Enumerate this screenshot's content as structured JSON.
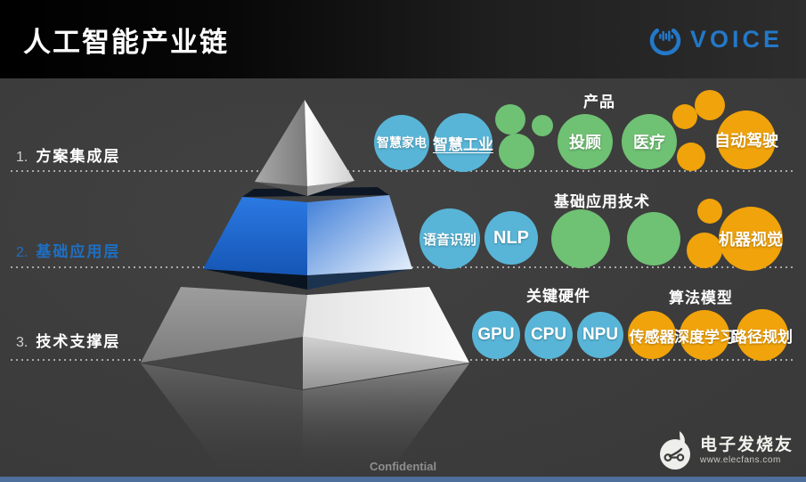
{
  "header": {
    "title": "人工智能产业链",
    "brand": "VOICE"
  },
  "layers": [
    {
      "num": "1.",
      "label": "方案集成层"
    },
    {
      "num": "2.",
      "label": "基础应用层"
    },
    {
      "num": "3.",
      "label": "技术支撑层"
    }
  ],
  "group_labels": {
    "products": "产品",
    "basic_app_tech": "基础应用技术",
    "key_hardware": "关键硬件",
    "algorithm_models": "算法模型"
  },
  "bubbles": {
    "smart_home": "智慧家电",
    "smart_industry": "智慧工业",
    "invest_advisory": "投顾",
    "medical": "医疗",
    "auto_driving": "自动驾驶",
    "speech_recognition": "语音识别",
    "nlp": "NLP",
    "machine_vision": "机器视觉",
    "gpu": "GPU",
    "cpu": "CPU",
    "npu": "NPU",
    "sensor": "传感器",
    "deep_learning": "深度学习",
    "path_planning": "路径规划"
  },
  "footer": {
    "confidential": "Confidential",
    "brand_name": "电子发烧友",
    "brand_site": "www.elecfans.com"
  },
  "colors": {
    "bubble_blue": "#58b5d7",
    "bubble_green": "#6fc173",
    "bubble_orange": "#f0a30a",
    "layer2_text_blue": "#1e6fc3",
    "logo_blue": "#2478c8",
    "pyramid_blue": "#1f6bd4",
    "bottom_bar_blue": "#4e6f9c",
    "background": "#3c3c3c"
  }
}
